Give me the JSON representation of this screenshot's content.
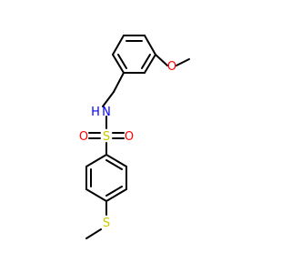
{
  "molecule": {
    "atoms": {
      "o_methoxy": {
        "label": "O",
        "color": "#ff0000"
      },
      "nh": {
        "label": "N",
        "h_label": "H",
        "color": "#0000ff"
      },
      "s_sulfonyl": {
        "label": "S",
        "color": "#c8c800"
      },
      "o_sulfonyl_left": {
        "label": "O",
        "color": "#ff0000"
      },
      "o_sulfonyl_right": {
        "label": "O",
        "color": "#ff0000"
      },
      "s_thioether": {
        "label": "S",
        "color": "#c8c800"
      }
    },
    "bond_color": "#000000"
  }
}
